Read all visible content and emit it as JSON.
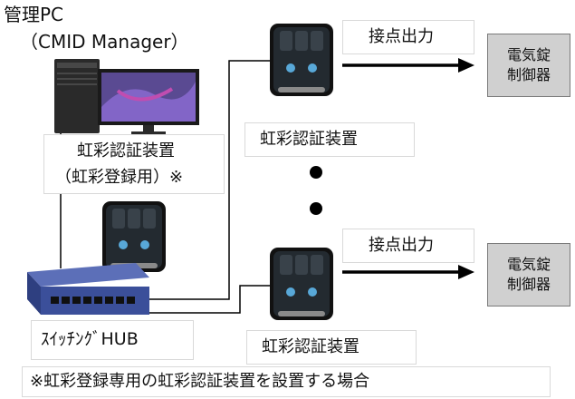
{
  "pc": {
    "title": "管理PC",
    "subtitle": "（CMID  Manager）"
  },
  "enroll_device": {
    "label_line1": "虹彩認証装置",
    "label_line2": "（虹彩登録用）※"
  },
  "devices": {
    "label_top": "虹彩認証装置",
    "label_bottom": "虹彩認証装置"
  },
  "contact_output": {
    "top": "接点出力",
    "bottom": "接点出力"
  },
  "lock_controller": {
    "top_line1": "電気錠",
    "top_line2": "制御器",
    "bottom_line1": "電気錠",
    "bottom_line2": "制御器"
  },
  "hub": {
    "label": "ｽｲｯﾁﾝｸﾞHUB"
  },
  "footnote": "※虹彩登録専用の虹彩認証装置を設置する場合",
  "colors": {
    "controller_fill": "#d0d0d0",
    "hub_blue": "#3b4f9a",
    "line": "#000000"
  }
}
